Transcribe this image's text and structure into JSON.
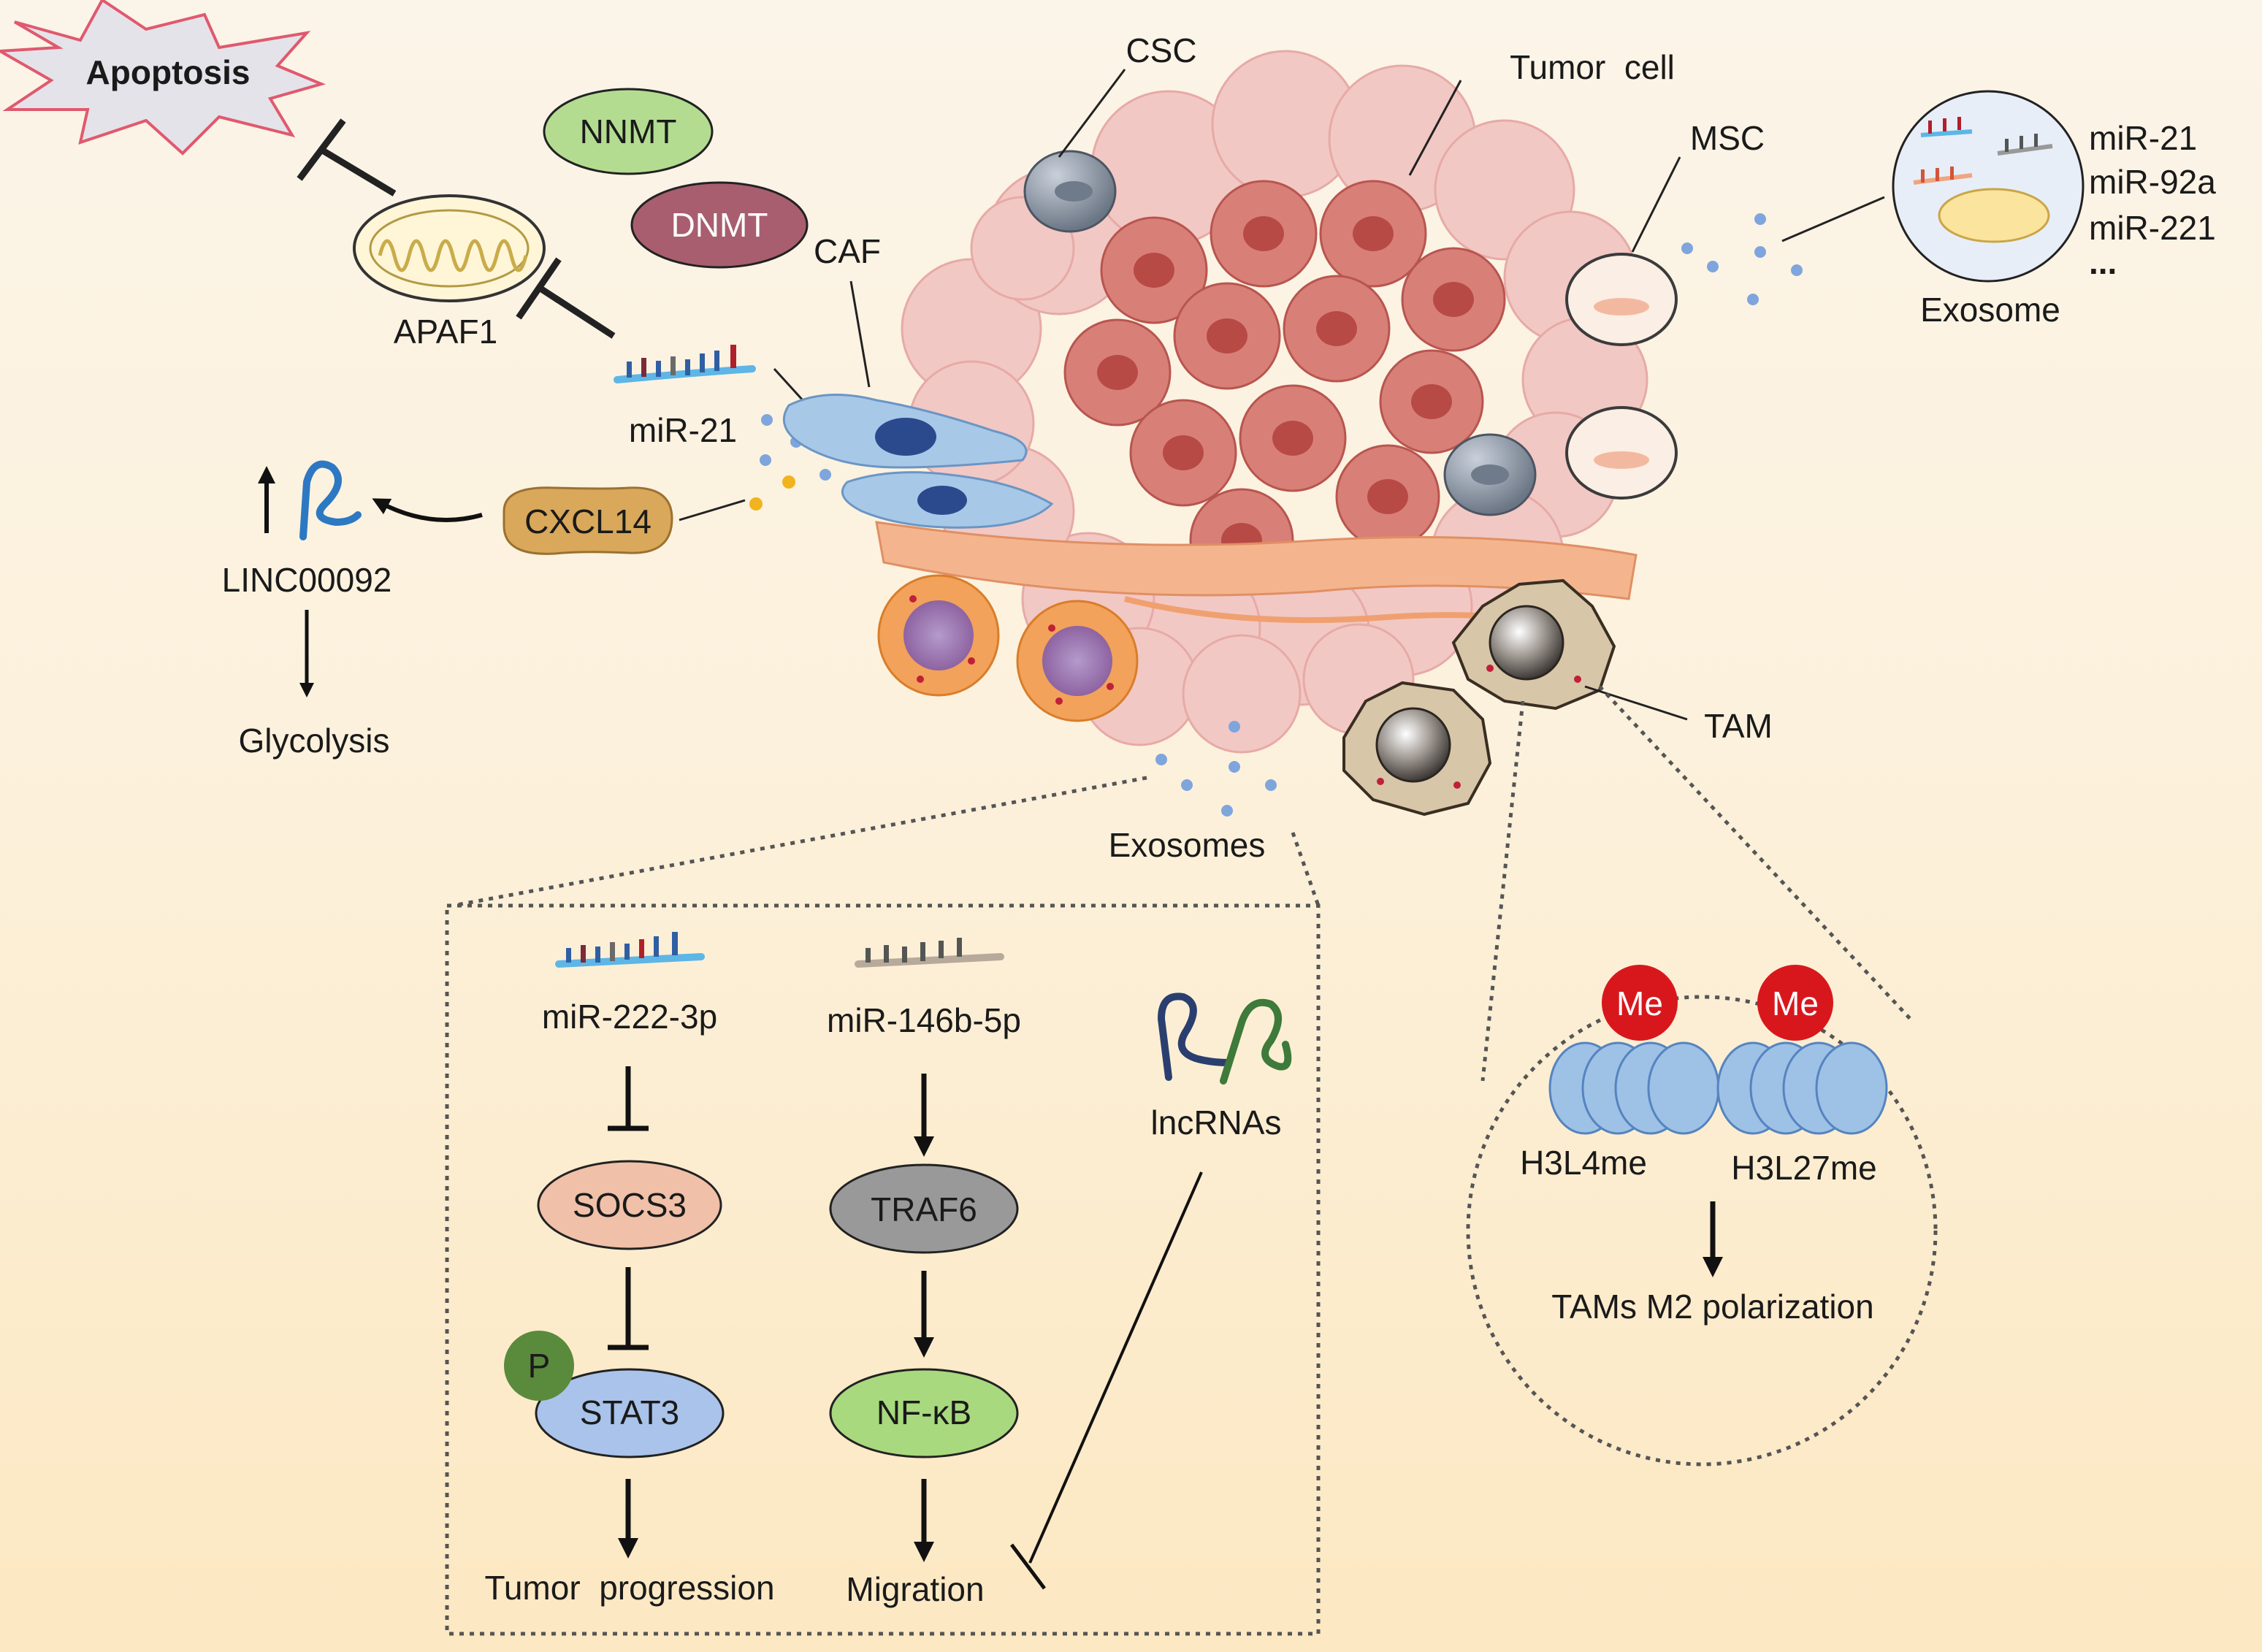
{
  "labels": {
    "apoptosis": "Apoptosis",
    "nnmt": "NNMT",
    "dnmt": "DNMT",
    "apaf1": "APAF1",
    "mir21": "miR-21",
    "caf": "CAF",
    "cxcl14": "CXCL14",
    "linc": "LINC00092",
    "glycolysis": "Glycolysis",
    "csc": "CSC",
    "tumor_cell": "Tumor  cell",
    "msc": "MSC",
    "exosome": "Exosome",
    "exosome_mirs": [
      "miR-21",
      "miR-92a",
      "miR-221",
      "..."
    ],
    "tam": "TAM",
    "exosomes": "Exosomes"
  },
  "pathway": {
    "left": {
      "mirna": "miR-222-3p",
      "target": "SOCS3",
      "phospho": "P",
      "effector": "STAT3",
      "outcome": "Tumor  progression"
    },
    "middle": {
      "mirna": "miR-146b-5p",
      "target": "TRAF6",
      "effector": "NF-κB",
      "outcome": "Migration"
    },
    "right": {
      "lnc": "lncRNAs"
    }
  },
  "methylation": {
    "mark": "Me",
    "h3l4": "H3L4me",
    "h3l27": "H3L27me",
    "outcome": "TAMs M2 polarization"
  },
  "colors": {
    "nnmt": "#b3dc91",
    "dnmt": "#a85e6e",
    "cxcl14": "#d9a85a",
    "socs3": "#f0c0a8",
    "traf6": "#999999",
    "stat3": "#a9c3ea",
    "nfkb": "#a8d97e",
    "phospho": "#5a8a3c",
    "methyl": "#d8171d",
    "tumor_core": "#d88078",
    "tumor_outer": "#f2c8c4",
    "caf": "#a8c8e8",
    "background_top": "#fbf4e8",
    "background_bottom": "#fce8c2"
  }
}
